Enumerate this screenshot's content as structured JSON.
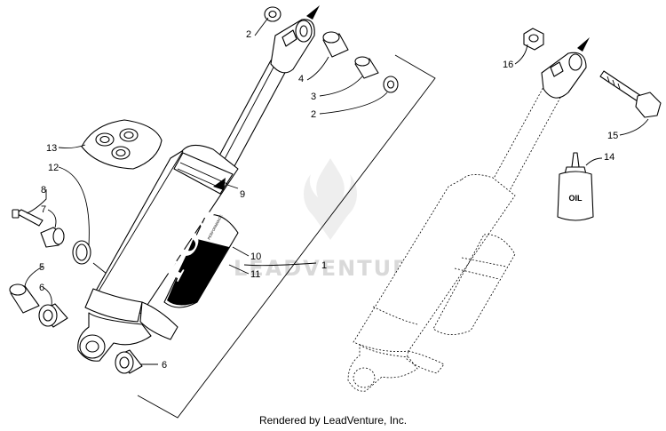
{
  "watermark": {
    "text": "LEADVENTURE"
  },
  "footer": {
    "text": "Rendered by LeadVenture, Inc."
  },
  "oil_label": "OIL",
  "shock_logo": "FOX",
  "shock_band_text": "PERFORMANCE",
  "callouts": {
    "c1": "1",
    "c2a": "2",
    "c2b": "2",
    "c3": "3",
    "c4": "4",
    "c5": "5",
    "c6a": "6",
    "c6b": "6",
    "c7": "7",
    "c8": "8",
    "c9": "9",
    "c10": "10",
    "c11": "11",
    "c12": "12",
    "c13": "13",
    "c14": "14",
    "c15": "15",
    "c16": "16"
  }
}
